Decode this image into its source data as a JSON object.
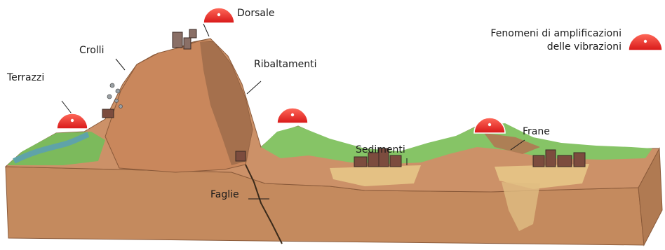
{
  "labels": {
    "dorsale": "Dorsale",
    "crolli": "Crolli",
    "terrazzi": "Terrazzi",
    "ribaltamenti": "Ribaltamenti",
    "sedimenti": "Sedimenti",
    "frane": "Frane",
    "faglie": "Faglie"
  },
  "legend": {
    "line1": "Fenomeni di amplificazioni",
    "line2": "delle vibrazioni",
    "symbol": "amplification-dome-icon"
  },
  "colors": {
    "dome_red": "#e02020",
    "earth": "#c48a5e",
    "earth_dark": "#a86c45",
    "grass": "#7cba5c",
    "water": "#5fa3a8",
    "sediment": "#e8c98a"
  }
}
